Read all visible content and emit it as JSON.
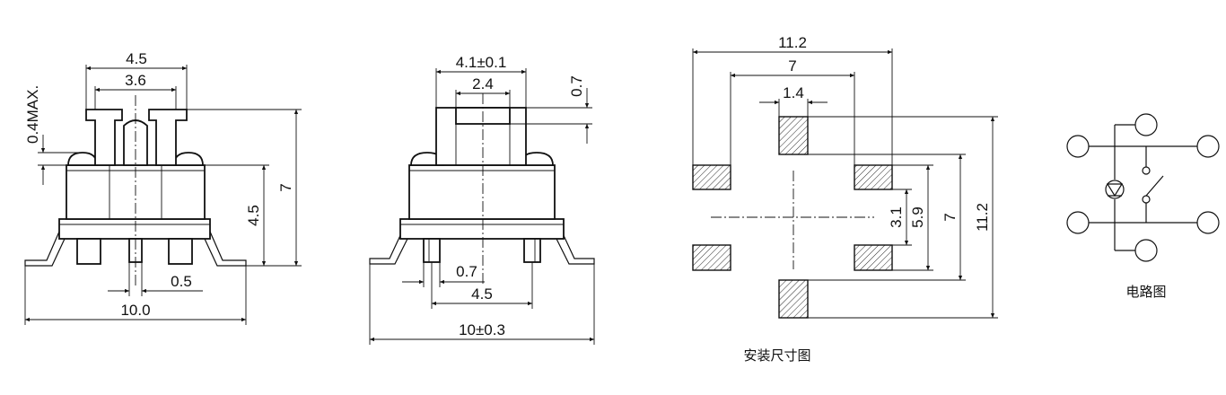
{
  "front_view": {
    "dim_4_5_top": "4.5",
    "dim_3_6": "3.6",
    "dim_0_4max": "0.4MAX.",
    "dim_7": "7",
    "dim_4_5_side": "4.5",
    "dim_0_5": "0.5",
    "dim_10_0": "10.0"
  },
  "side_view": {
    "dim_4_1": "4.1±0.1",
    "dim_2_4": "2.4",
    "dim_0_7_top": "0.7",
    "dim_0_7_bottom": "0.7",
    "dim_4_5": "4.5",
    "dim_10": "10±0.3"
  },
  "footprint": {
    "dim_11_2_top": "11.2",
    "dim_7_top": "7",
    "dim_1_4": "1.4",
    "dim_3_1": "3.1",
    "dim_5_9": "5.9",
    "dim_7_side": "7",
    "dim_11_2_side": "11.2",
    "caption": "安装尺寸图"
  },
  "circuit": {
    "caption": "电路图"
  }
}
